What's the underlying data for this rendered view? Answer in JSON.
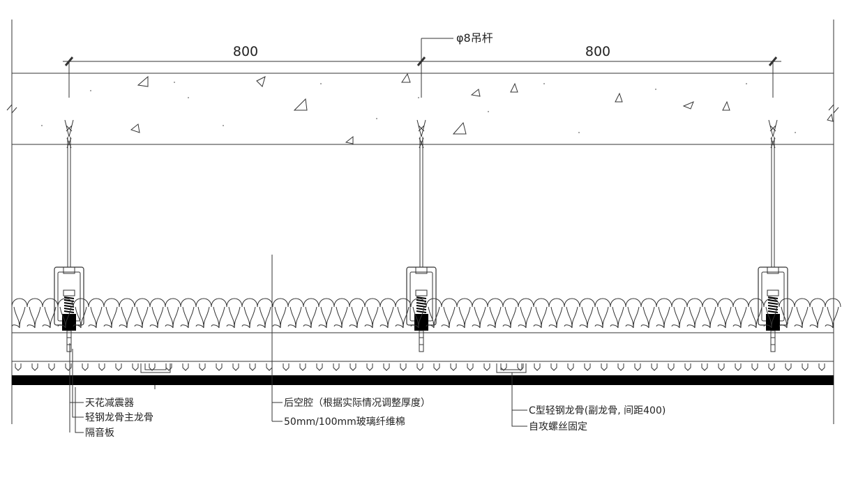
{
  "dimensions": {
    "left_span": "800",
    "right_span": "800"
  },
  "rod_label": "φ8吊杆",
  "callouts": {
    "damper": "天花减震器",
    "main_keel": "轻钢龙骨主龙骨",
    "sound_board": "隔音板",
    "cavity": "后空腔（根据实际情况调整厚度）",
    "insulation": "50mm/100mm玻璃纤维棉",
    "c_keel": "C型轻钢龙骨(副龙骨, 间距400)",
    "screw": "自攻螺丝固定"
  },
  "colors": {
    "line": "#333333",
    "black": "#000000",
    "background": "#ffffff"
  }
}
